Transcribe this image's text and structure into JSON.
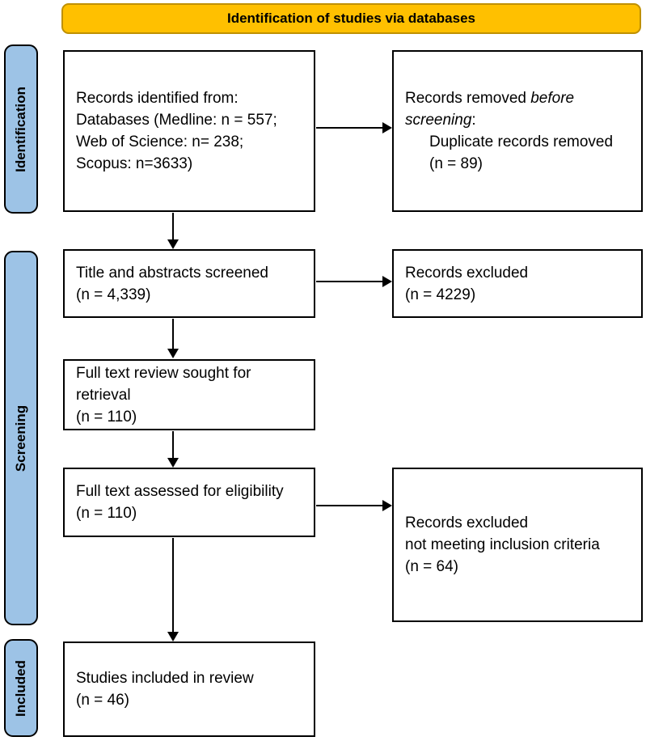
{
  "header": {
    "title": "Identification of studies via databases"
  },
  "stages": {
    "identification": {
      "label": "Identification"
    },
    "screening": {
      "label": "Screening"
    },
    "included": {
      "label": "Included"
    }
  },
  "boxes": {
    "records_identified": {
      "lines": [
        "Records identified from:",
        "Databases (Medline: n = 557;",
        "Web of Science: n= 238;",
        "Scopus: n=3633)"
      ]
    },
    "records_removed": {
      "line1_pre": "Records removed ",
      "line1_italic": "before",
      "line2_italic": "screening",
      "line2_post": ":",
      "line3": "Duplicate records removed",
      "line4": "(n = 89)"
    },
    "title_abstract_screened": {
      "lines": [
        "Title and abstracts screened",
        "(n = 4,339)"
      ]
    },
    "records_excluded_screening": {
      "lines": [
        "Records excluded",
        "(n = 4229)"
      ]
    },
    "full_text_sought": {
      "lines": [
        "Full text review sought for",
        "retrieval",
        "(n = 110)"
      ]
    },
    "full_text_assessed": {
      "lines": [
        "Full text assessed for eligibility",
        "(n = 110)"
      ]
    },
    "records_excluded_eligibility": {
      "lines": [
        "Records excluded",
        "not meeting inclusion criteria",
        "(n = 64)"
      ]
    },
    "studies_included": {
      "lines": [
        "Studies included in review",
        "(n = 46)"
      ]
    }
  },
  "colors": {
    "header_bg": "#FFC000",
    "header_border": "#BF9000",
    "stage_bg": "#9DC3E6",
    "stage_border": "#000000",
    "box_border": "#000000",
    "arrow": "#000000"
  }
}
